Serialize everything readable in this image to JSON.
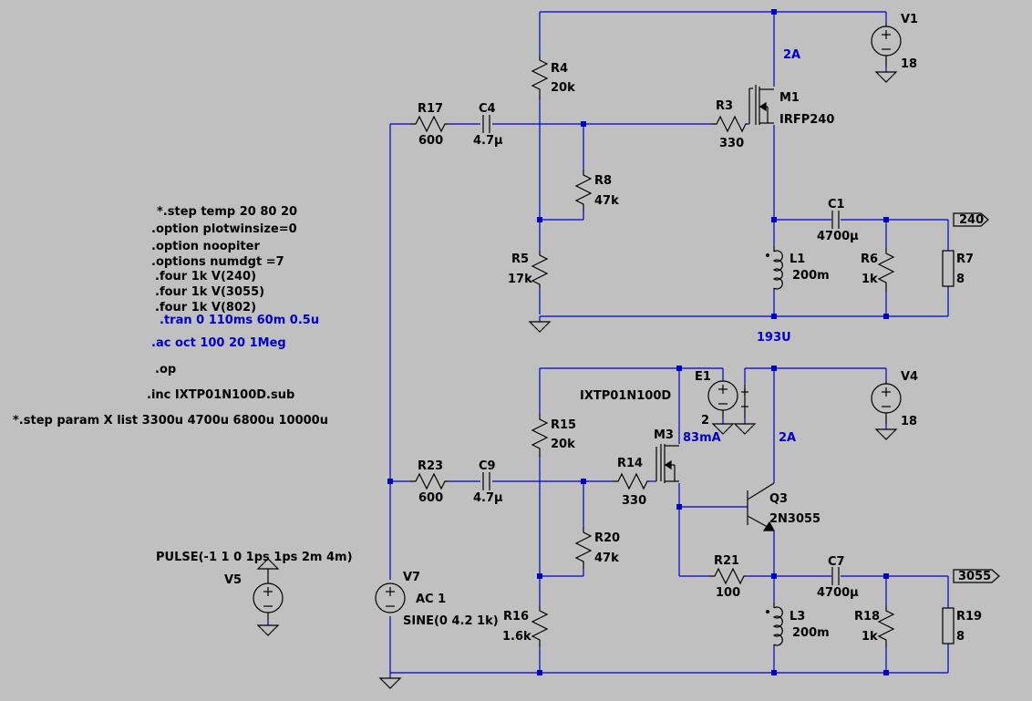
{
  "components": {
    "V1": {
      "name": "V1",
      "value": "18"
    },
    "V4": {
      "name": "V4",
      "value": "18"
    },
    "V5": {
      "name": "V5",
      "value": "PULSE(-1 1 0 1ps 1ps 2m 4m)"
    },
    "V7": {
      "name": "V7",
      "value": "AC 1",
      "value2": "SINE(0 4.2 1k)"
    },
    "E1": {
      "name": "E1",
      "value": "2"
    },
    "M1": {
      "name": "M1",
      "value": "IRFP240"
    },
    "M3": {
      "name": "M3",
      "value": "IXTP01N100D"
    },
    "Q3": {
      "name": "Q3",
      "value": "2N3055"
    },
    "R3": {
      "name": "R3",
      "value": "330"
    },
    "R4": {
      "name": "R4",
      "value": "20k"
    },
    "R5": {
      "name": "R5",
      "value": "17k"
    },
    "R6": {
      "name": "R6",
      "value": "1k"
    },
    "R7": {
      "name": "R7",
      "value": "8"
    },
    "R8": {
      "name": "R8",
      "value": "47k"
    },
    "R14": {
      "name": "R14",
      "value": "330"
    },
    "R15": {
      "name": "R15",
      "value": "20k"
    },
    "R16": {
      "name": "R16",
      "value": "1.6k"
    },
    "R17": {
      "name": "R17",
      "value": "600"
    },
    "R18": {
      "name": "R18",
      "value": "1k"
    },
    "R19": {
      "name": "R19",
      "value": "8"
    },
    "R20": {
      "name": "R20",
      "value": "47k"
    },
    "R21": {
      "name": "R21",
      "value": "100"
    },
    "R23": {
      "name": "R23",
      "value": "600"
    },
    "C1": {
      "name": "C1",
      "value": "4700µ"
    },
    "C4": {
      "name": "C4",
      "value": "4.7µ"
    },
    "C7": {
      "name": "C7",
      "value": "4700µ"
    },
    "C9": {
      "name": "C9",
      "value": "4.7µ"
    },
    "L1": {
      "name": "L1",
      "value": "200m"
    },
    "L3": {
      "name": "L3",
      "value": "200m"
    }
  },
  "net_labels": {
    "out1": "240",
    "out2": "3055"
  },
  "current_annotations": {
    "m1_drain": "2A",
    "l1_bottom": "193U",
    "q3_collector": "2A",
    "m3_drain": "83mA"
  },
  "directives": {
    "step_temp": "*.step temp 20 80 20",
    "plotwinsize": ".option plotwinsize=0",
    "noopiter": ".option noopiter",
    "numdgt": ".options numdgt =7",
    "four1": ".four 1k V(240)",
    "four2": ".four 1k V(3055)",
    "four3": ".four 1k V(802)",
    "tran": ".tran 0 110ms 60m 0.5u",
    "ac": ".ac oct 100 20 1Meg",
    "op": ".op",
    "inc": ".inc IXTP01N100D.sub",
    "step_param": "*.step param X list 3300u 4700u 6800u 10000u"
  },
  "colors": {
    "background": "#c0c0c0",
    "wire": "#0000c8",
    "component": "#000000",
    "annotation": "#0000c8"
  }
}
